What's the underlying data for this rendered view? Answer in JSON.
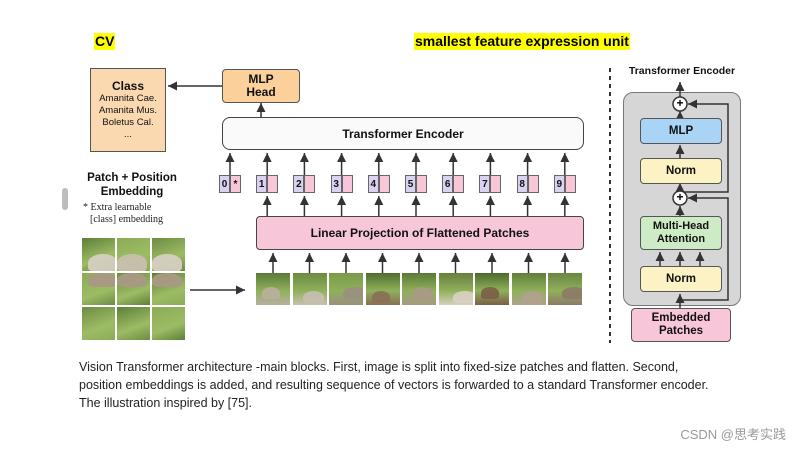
{
  "highlights": {
    "left": "CV",
    "right": "smallest feature expression unit"
  },
  "class_box": {
    "title": "Class",
    "items": [
      "Amanita Cae.",
      "Amanita Mus.",
      "Boletus Cal.",
      "..."
    ]
  },
  "mlp_head": {
    "line1": "MLP",
    "line2": "Head"
  },
  "transformer_encoder_label": "Transformer Encoder",
  "patch_position": {
    "line1": "Patch + Position",
    "line2": "Embedding"
  },
  "extra_learnable": {
    "line1": "* Extra learnable",
    "line2": "[class] embedding"
  },
  "token_indices": [
    "0",
    "1",
    "2",
    "3",
    "4",
    "5",
    "6",
    "7",
    "8",
    "9"
  ],
  "class_marker": "*",
  "linear_projection": "Linear Projection of Flattened Patches",
  "encoder_detail": {
    "title": "Transformer Encoder",
    "mlp": "MLP",
    "norm_top": "Norm",
    "mha_line1": "Multi-Head",
    "mha_line2": "Attention",
    "norm_bottom": "Norm",
    "embedded_line1": "Embedded",
    "embedded_line2": "Patches",
    "plus_symbol": "+"
  },
  "caption": "Vision Transformer architecture -main blocks. First, image is split into fixed-size patches and flatten. Second, position embeddings is added, and resulting sequence of vectors is forwarded to a standard Transformer encoder. The illustration inspired by [75].",
  "watermark": "CSDN @思考实践",
  "colors": {
    "highlight": "#ffff00",
    "class_box": "#fbd9b0",
    "mlp_head": "#fbd09a",
    "projection": "#f7c6d9",
    "token_pink": "#f7c6d9",
    "token_purple": "#d9d2f0",
    "encoder_panel": "#d6d6d6",
    "mlp_blue": "#a9d4f5",
    "norm_yellow": "#fdf2c4",
    "mha_green": "#cdebc4",
    "embedded_pink": "#f7c6d9"
  }
}
